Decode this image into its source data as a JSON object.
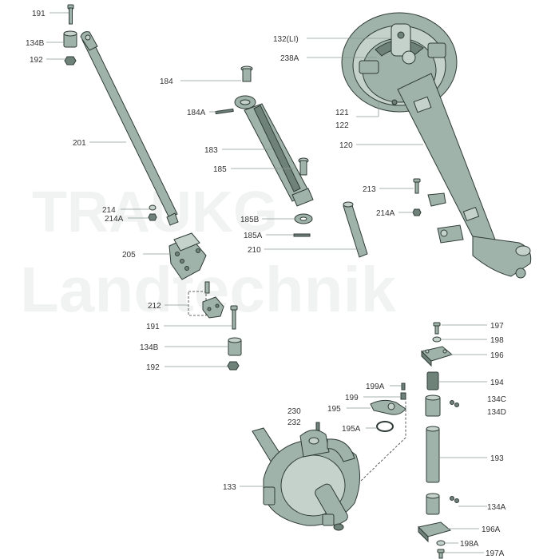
{
  "watermark": {
    "line1": "TRAUKG",
    "line2": "Landtechnik"
  },
  "labels": {
    "l191a": "191",
    "l134Ba": "134B",
    "l192a": "192",
    "l184": "184",
    "l184A": "184A",
    "l201": "201",
    "l183": "183",
    "l185": "185",
    "l132": "132(LI)",
    "l238A": "238A",
    "l121": "121",
    "l122": "122",
    "l120": "120",
    "l213": "213",
    "l214A_r": "214A",
    "l214": "214",
    "l214A_l": "214A",
    "l185B": "185B",
    "l185A": "185A",
    "l210": "210",
    "l205": "205",
    "l212": "212",
    "l191b": "191",
    "l134Bb": "134B",
    "l192b": "192",
    "l197": "197",
    "l198": "198",
    "l196": "196",
    "l194": "194",
    "l199A": "199A",
    "l199": "199",
    "l195": "195",
    "l134C": "134C",
    "l134D": "134D",
    "l230": "230",
    "l232": "232",
    "l195A": "195A",
    "l193": "193",
    "l133": "133",
    "l134A": "134A",
    "l196A": "196A",
    "l198A": "198A",
    "l197A": "197A"
  }
}
